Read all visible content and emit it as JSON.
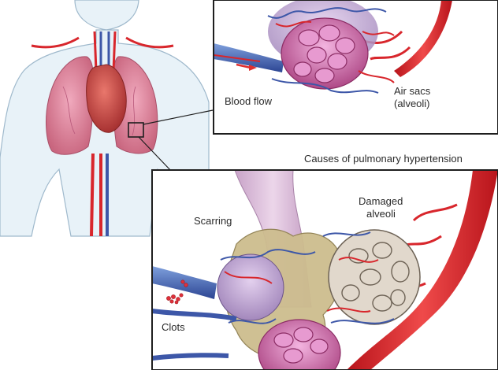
{
  "labels": {
    "blood_flow": "Blood flow",
    "air_sacs_line1": "Air sacs",
    "air_sacs_line2": "(alveoli)",
    "causes_title": "Causes of pulmonary hypertension",
    "scarring": "Scarring",
    "damaged_line1": "Damaged",
    "damaged_line2": "alveoli",
    "clots": "Clots"
  },
  "colors": {
    "body_fill": "#e8f2f8",
    "body_outline": "#9fb9cc",
    "lung": "#d77a93",
    "heart": "#c94a4a",
    "artery": "#d8262c",
    "vein": "#3d57a8",
    "alveoli": "#c45a9c",
    "trachea": "#d9b6d6",
    "scar": "#c9b98c",
    "damaged_alveoli": "#d8cfc4",
    "box_border": "#1e1e1e"
  }
}
